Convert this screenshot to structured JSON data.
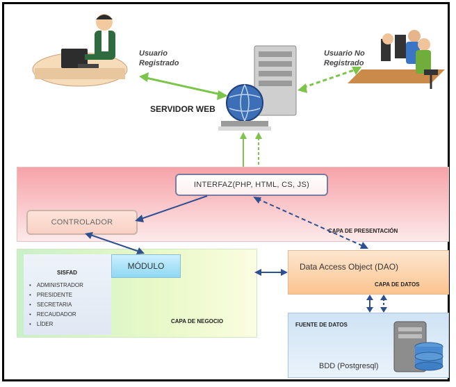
{
  "users": {
    "registered": "Usuario Registrado",
    "unregistered": "Usuario No Registrado"
  },
  "server": {
    "label": "SERVIDOR WEB"
  },
  "presentation": {
    "interface_label": "INTERFAZ(PHP, HTML, CS, JS)",
    "controller_label": "CONTROLADOR",
    "layer_label": "CAPA DE PRESENTACIÓN"
  },
  "business": {
    "module_label": "MÓDULO",
    "system_name": "SISFAD",
    "roles": [
      "ADMINISTRADOR",
      "PRESIDENTE",
      "SECRETARIA",
      "RECAUDADOR",
      "LÍDER"
    ],
    "layer_label": "CAPA DE NEGOCIO"
  },
  "data": {
    "dao_label": "Data Access Object (DAO)",
    "layer_label": "CAPA DE DATOS",
    "source_label": "FUENTE DE DATOS",
    "db_label": "BDD (Postgresql)"
  },
  "colors": {
    "green_arrow": "#7cc54a",
    "blue_arrow": "#2f4f8f",
    "presentation_band": "#f6a3a8",
    "business_band": "#d8f4c8",
    "dao_box": "#fbc48f",
    "module_box": "#8ed8f2"
  }
}
